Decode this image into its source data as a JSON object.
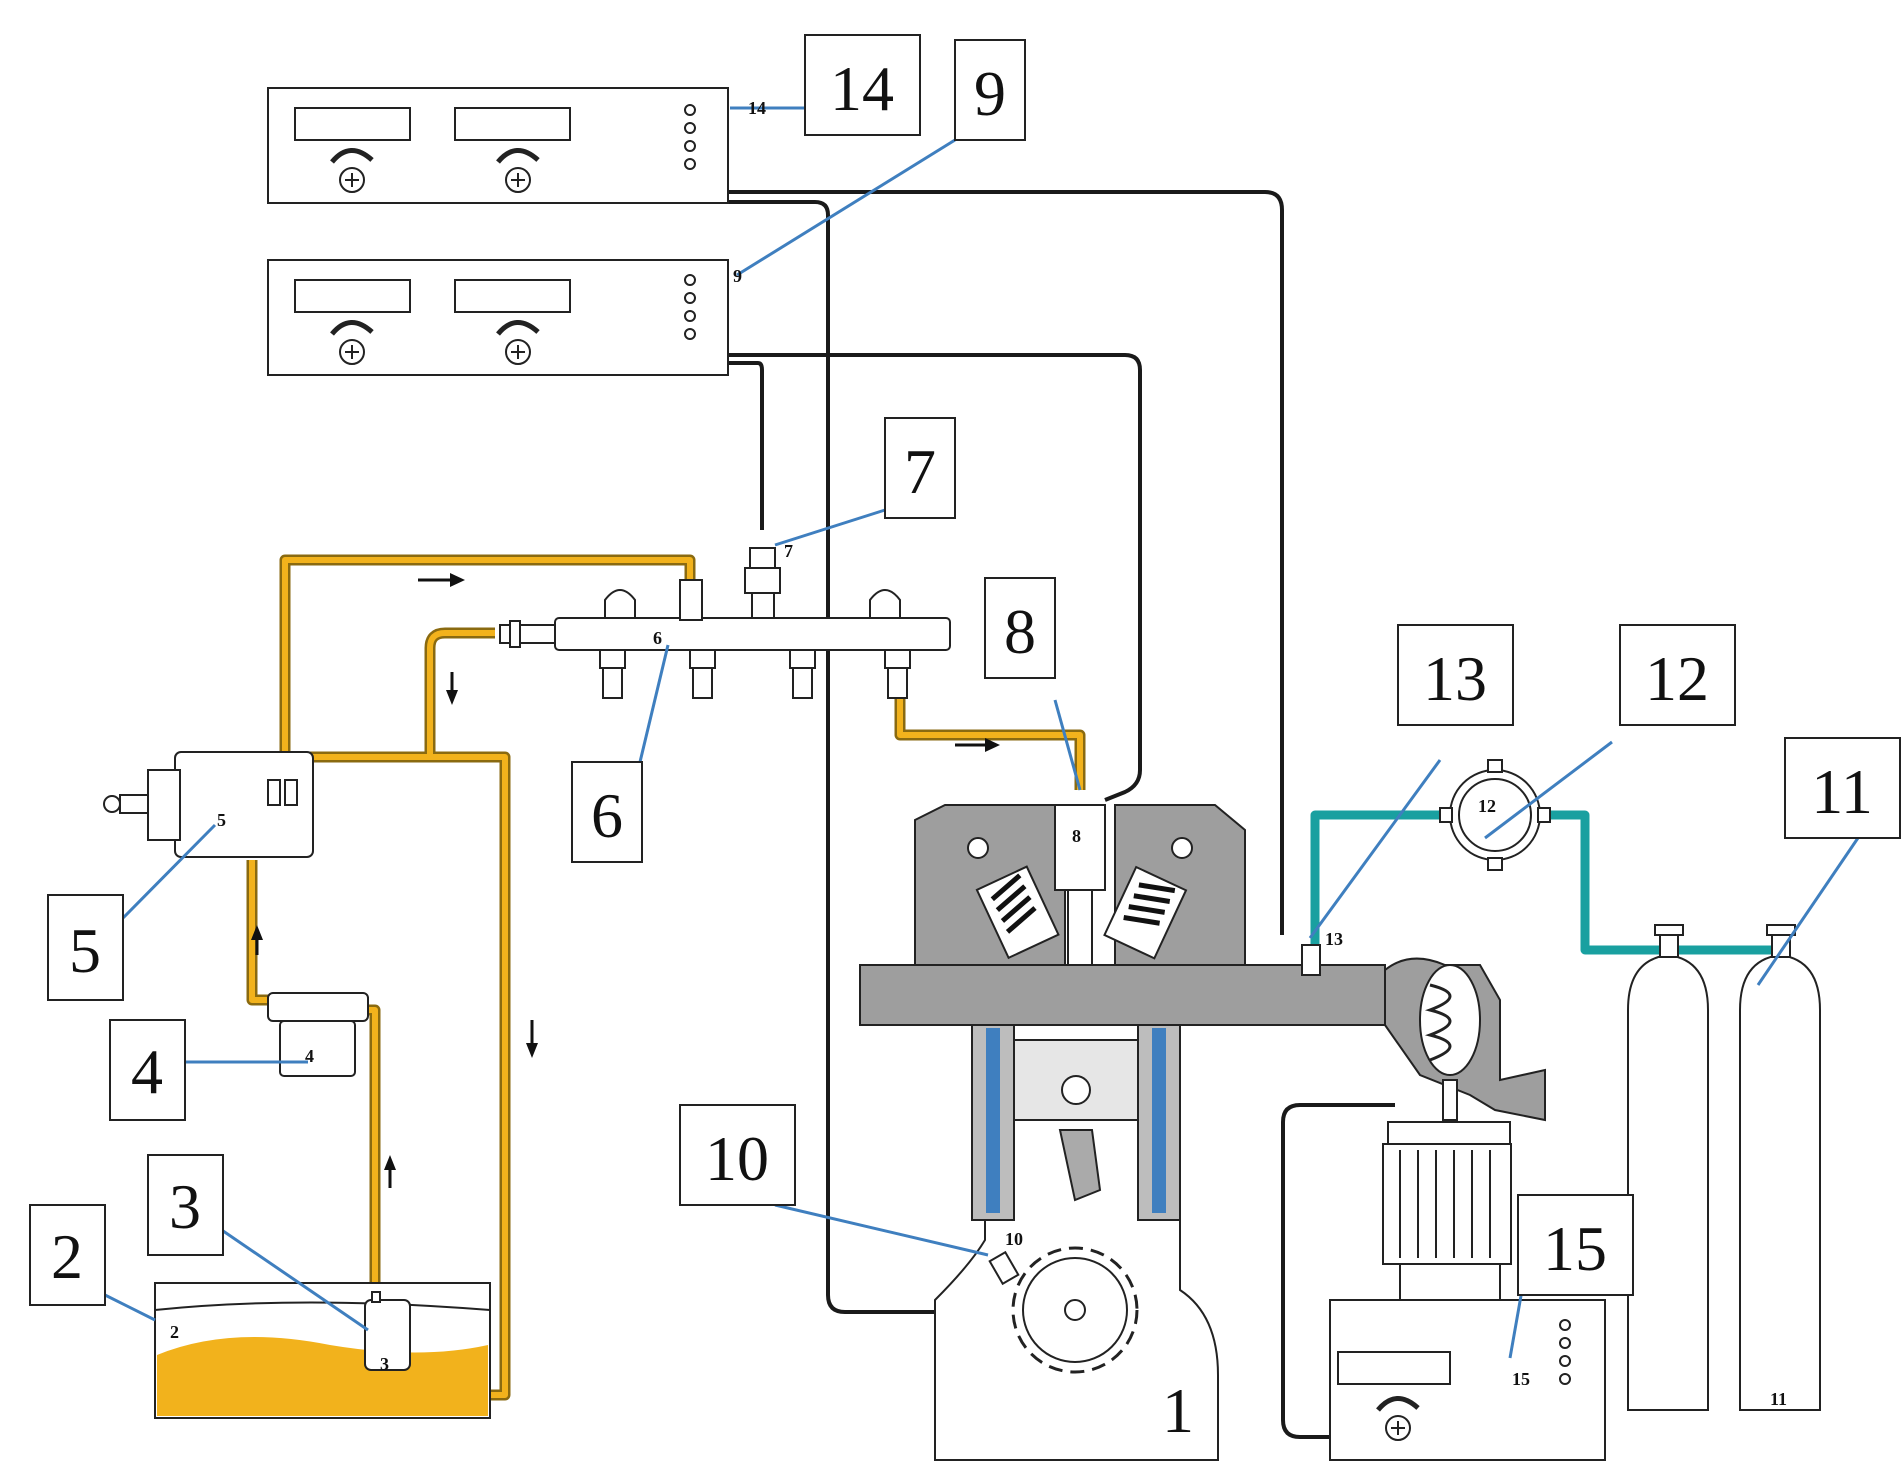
{
  "colors": {
    "fuel": "#D4A017",
    "fuel_dark": "#8a6a10",
    "fuel_fill": "#F2B21C",
    "gas_line": "#19A0A0",
    "leader": "#3F7FBF",
    "wire": "#1a1a1a",
    "engine_grey": "#9e9e9e",
    "coolant": "#3f7fbf"
  },
  "labels": {
    "l1": "1",
    "l2": "2",
    "l3": "3",
    "l4": "4",
    "l5": "5",
    "l6": "6",
    "l7": "7",
    "l8": "8",
    "l9": "9",
    "l10": "10",
    "l11": "11",
    "l12": "12",
    "l13": "13",
    "l14": "14",
    "l15": "15"
  },
  "small_labels": {
    "s2": "2",
    "s3": "3",
    "s4": "4",
    "s5": "5",
    "s6": "6",
    "s7": "7",
    "s8": "8",
    "s9": "9",
    "s10": "10",
    "s11": "11",
    "s12": "12",
    "s13": "13",
    "s14": "14",
    "s15": "15"
  }
}
